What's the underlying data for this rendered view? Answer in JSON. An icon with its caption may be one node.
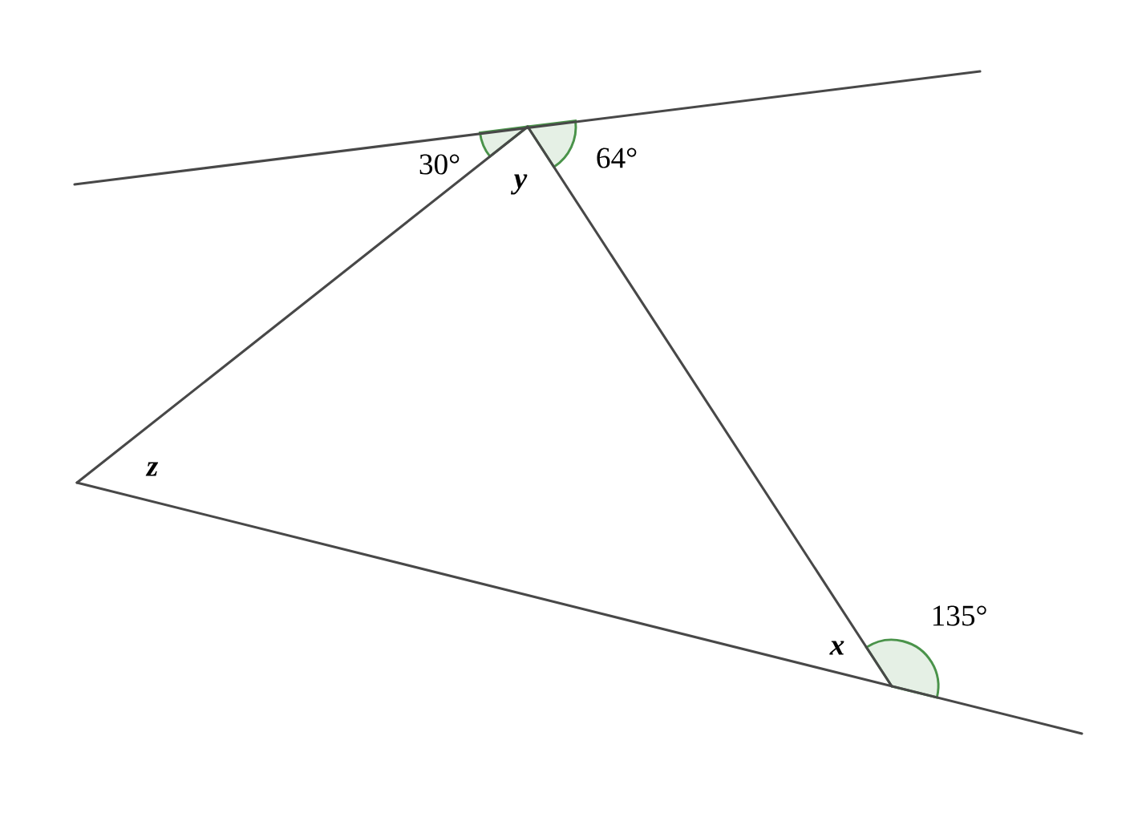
{
  "diagram": {
    "labels": [
      "30°",
      "64°",
      "y",
      "z",
      "135°",
      "x"
    ]
  }
}
